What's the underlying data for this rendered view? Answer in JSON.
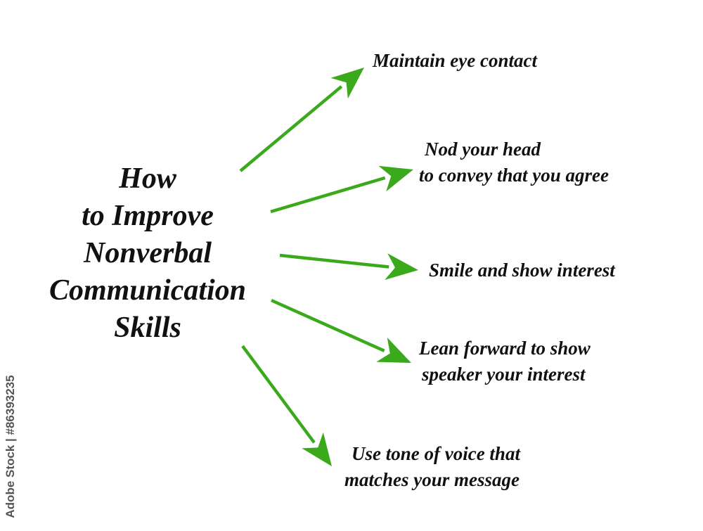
{
  "title": {
    "lines": [
      "How",
      "to Improve",
      "Nonverbal",
      "Communication",
      "Skills"
    ]
  },
  "items": [
    {
      "lines": [
        "Maintain eye contact"
      ]
    },
    {
      "lines": [
        "Nod your head",
        "to convey that you agree"
      ]
    },
    {
      "lines": [
        "Smile and show interest"
      ]
    },
    {
      "lines": [
        "Lean forward to show",
        "speaker your interest"
      ]
    },
    {
      "lines": [
        "Use tone of voice that",
        "matches your message"
      ]
    }
  ],
  "arrow_color": "#3aaa1c",
  "watermark": "Adobe Stock | #86393235"
}
